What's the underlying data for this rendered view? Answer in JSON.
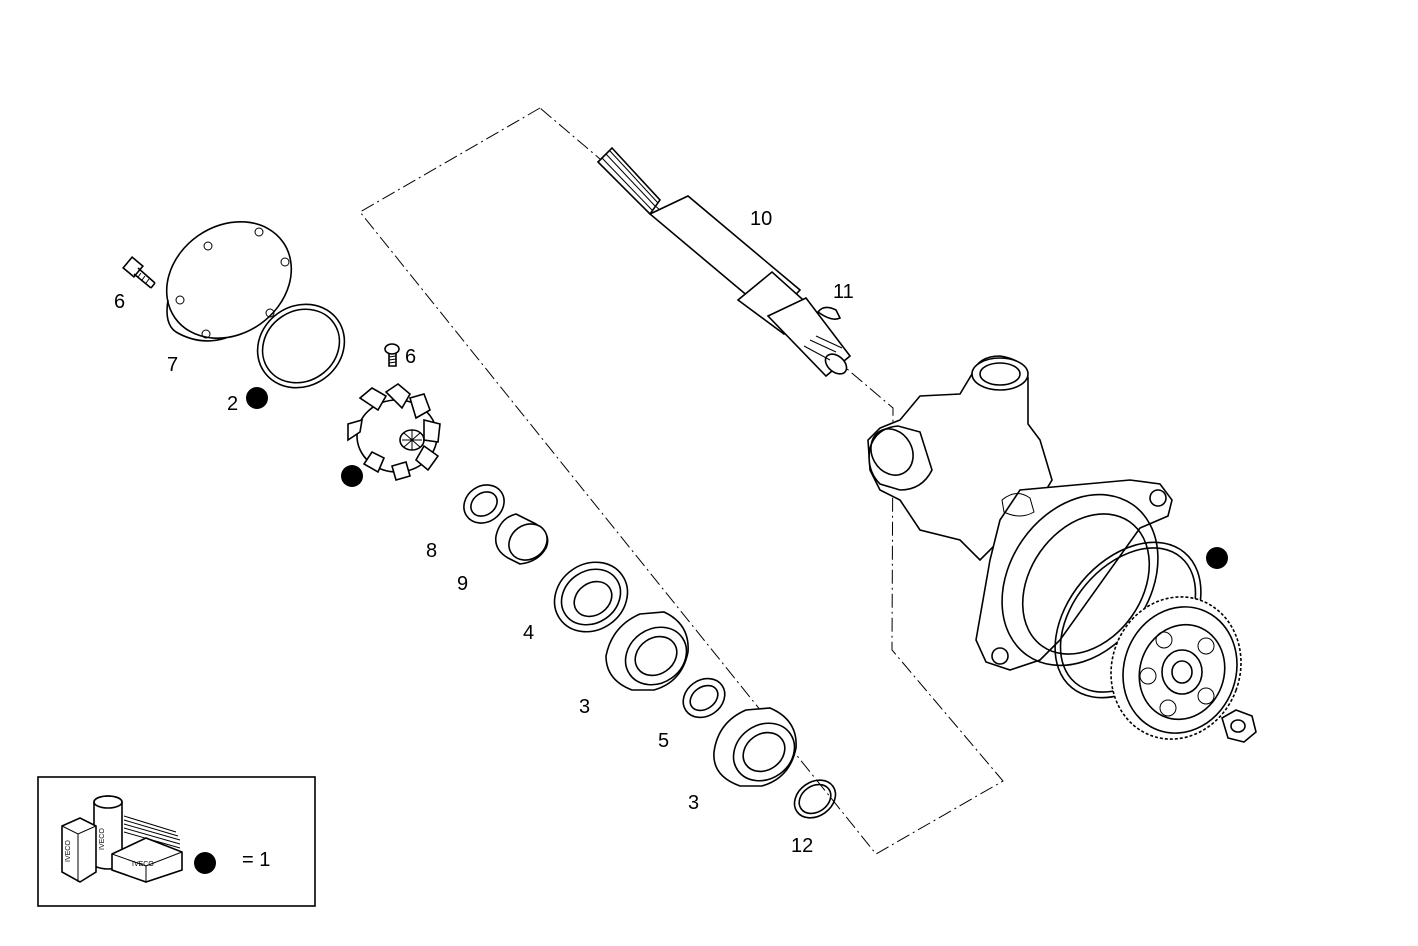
{
  "callouts": {
    "c6a": "6",
    "c7": "7",
    "c2": "2",
    "c6b": "6",
    "c10": "10",
    "c11": "11",
    "c8": "8",
    "c9": "9",
    "c4": "4",
    "c3a": "3",
    "c5": "5",
    "c3b": "3",
    "c12": "12"
  },
  "legend": {
    "equals_text": "= 1",
    "kit_box_label_1": "IVECO",
    "kit_box_label_2": "IVECO",
    "kit_box_label_3": "IVECO"
  },
  "colors": {
    "line": "#000000",
    "background": "#ffffff",
    "kit_marker": "#000000"
  },
  "icons": [
    "kit-marker-dot",
    "spare-parts-kit-icon"
  ]
}
